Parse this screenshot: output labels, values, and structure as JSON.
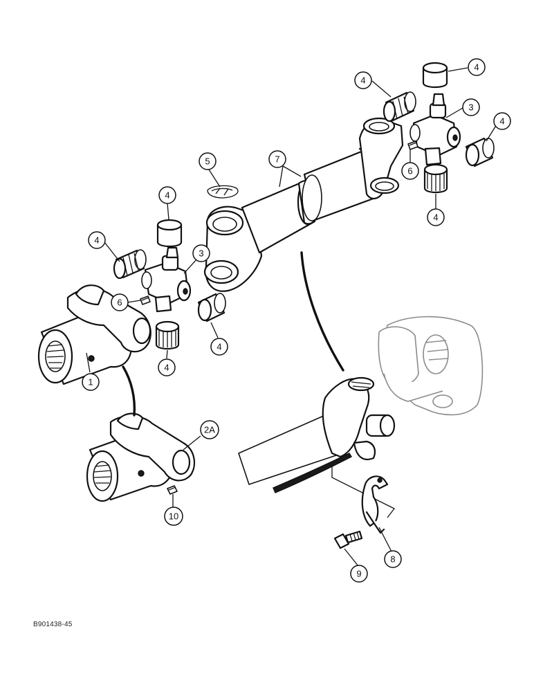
{
  "callouts": {
    "c1": "1",
    "c2a": "2A",
    "c3_left": "3",
    "c3_right": "3",
    "c4_left_top": "4",
    "c4_left_side": "4",
    "c4_left_bottom": "4",
    "c4_left_cap": "4",
    "c4_right_top": "4",
    "c4_right_cap": "4",
    "c4_right_side": "4",
    "c4_right_bottom": "4",
    "c5": "5",
    "c6_left": "6",
    "c6_right": "6",
    "c7": "7",
    "c8": "8",
    "c9": "9",
    "c10": "10"
  },
  "figure_reference": "B901438-45"
}
